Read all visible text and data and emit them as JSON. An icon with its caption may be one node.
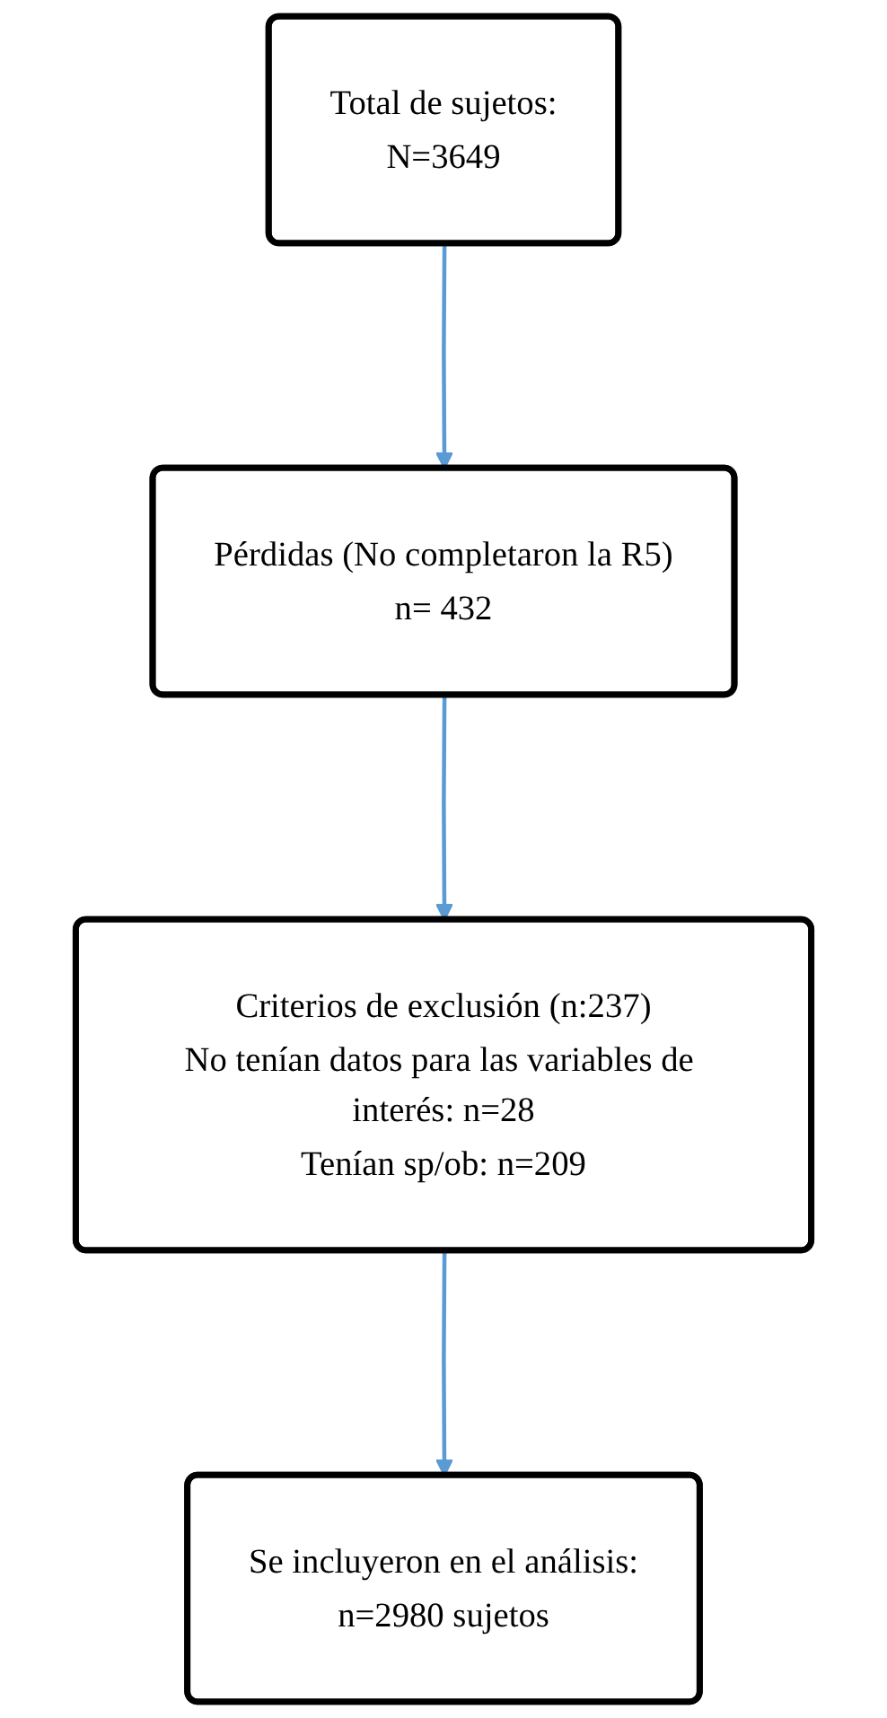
{
  "diagram": {
    "nodes": [
      {
        "text": [
          "Total de sujetos:",
          "N=3649"
        ]
      },
      {
        "text": [
          "Pérdidas (No completaron la R5)",
          "n= 432"
        ]
      },
      {
        "text": [
          "Criterios de exclusión (n:237)",
          "No tenían datos para las variables de interés: n=28",
          "Tenían sp/ob: n=209"
        ]
      },
      {
        "text": [
          "Se incluyeron en el análisis:",
          "n=2980 sujetos"
        ]
      }
    ],
    "edges": [
      {
        "from": 0,
        "to": 1,
        "arrow": "to"
      },
      {
        "from": 1,
        "to": 2,
        "arrow": "to"
      },
      {
        "from": 2,
        "to": 3,
        "arrow": "to"
      }
    ]
  }
}
